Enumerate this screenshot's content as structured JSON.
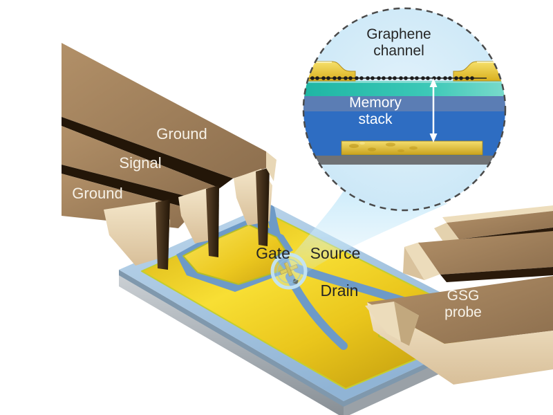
{
  "left_probe": {
    "ground_top": "Ground",
    "signal": "Signal",
    "ground_bottom": "Ground"
  },
  "right_probe": {
    "line1": "GSG",
    "line2": "probe"
  },
  "device": {
    "gate": "Gate",
    "source": "Source",
    "drain": "Drain"
  },
  "inset": {
    "channel_line1": "Graphene",
    "channel_line2": "channel",
    "stack_line1": "Memory",
    "stack_line2": "stack"
  },
  "colors": {
    "gold": "#edc91f",
    "gold_edge": "#c5ce2e",
    "probe_brown": "#a5855f",
    "probe_cream": "#ecdcbb",
    "substrate_top": "#a9c8e4",
    "substrate_side": "#9aa2a8",
    "channel_blue": "#6d9ac7",
    "inset_background": "#d2ebf8",
    "graphene_teal": "#2abfae",
    "band_blue": "#5b7db4",
    "memory_blue": "#2e6dc2",
    "base_gray": "#6f7275",
    "text_dark": "#262626",
    "text_light": "#ffffff"
  }
}
